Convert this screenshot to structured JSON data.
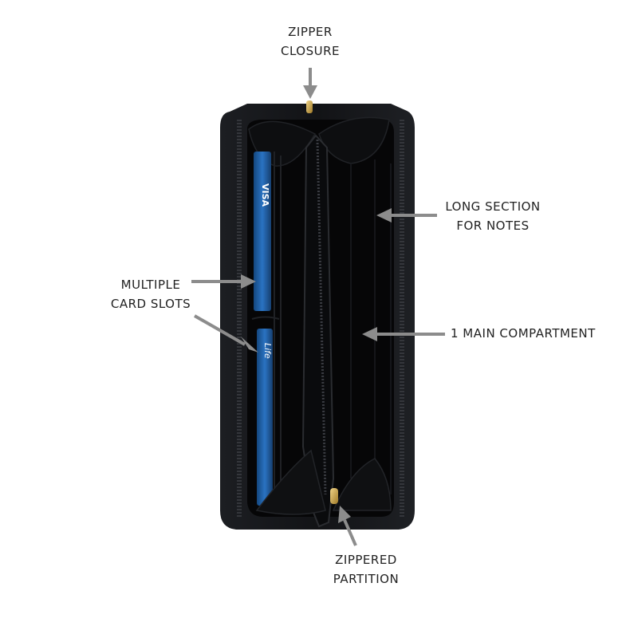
{
  "labels": {
    "zipper_closure": [
      "ZIPPER",
      "CLOSURE"
    ],
    "long_section": [
      "LONG SECTION",
      "FOR NOTES"
    ],
    "card_slots": [
      "MULTIPLE",
      "CARD SLOTS"
    ],
    "main_compartment": [
      "1 MAIN COMPARTMENT"
    ],
    "zippered_partition": [
      "ZIPPERED",
      "PARTITION"
    ]
  },
  "colors": {
    "wallet_body": "#16181c",
    "wallet_interior": "#050506",
    "zipper_track": "#2a2c30",
    "card_blue": "#1f5fa8",
    "arrow": "#8c8c8c",
    "zipper_pull": "#c9a24a",
    "text": "#222222"
  },
  "card_texts": {
    "top_card": "VISA",
    "bottom_card": "Life"
  }
}
